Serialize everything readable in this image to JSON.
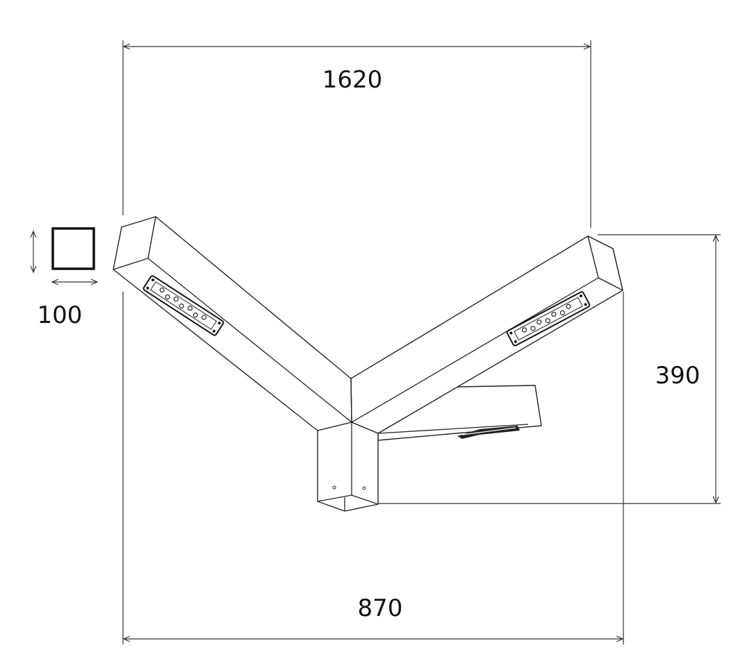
{
  "drawing": {
    "dimensions": {
      "overall_width": "1620",
      "base_width": "870",
      "height": "390",
      "profile_size": "100"
    },
    "line_color": "#222222",
    "background": "#ffffff"
  }
}
